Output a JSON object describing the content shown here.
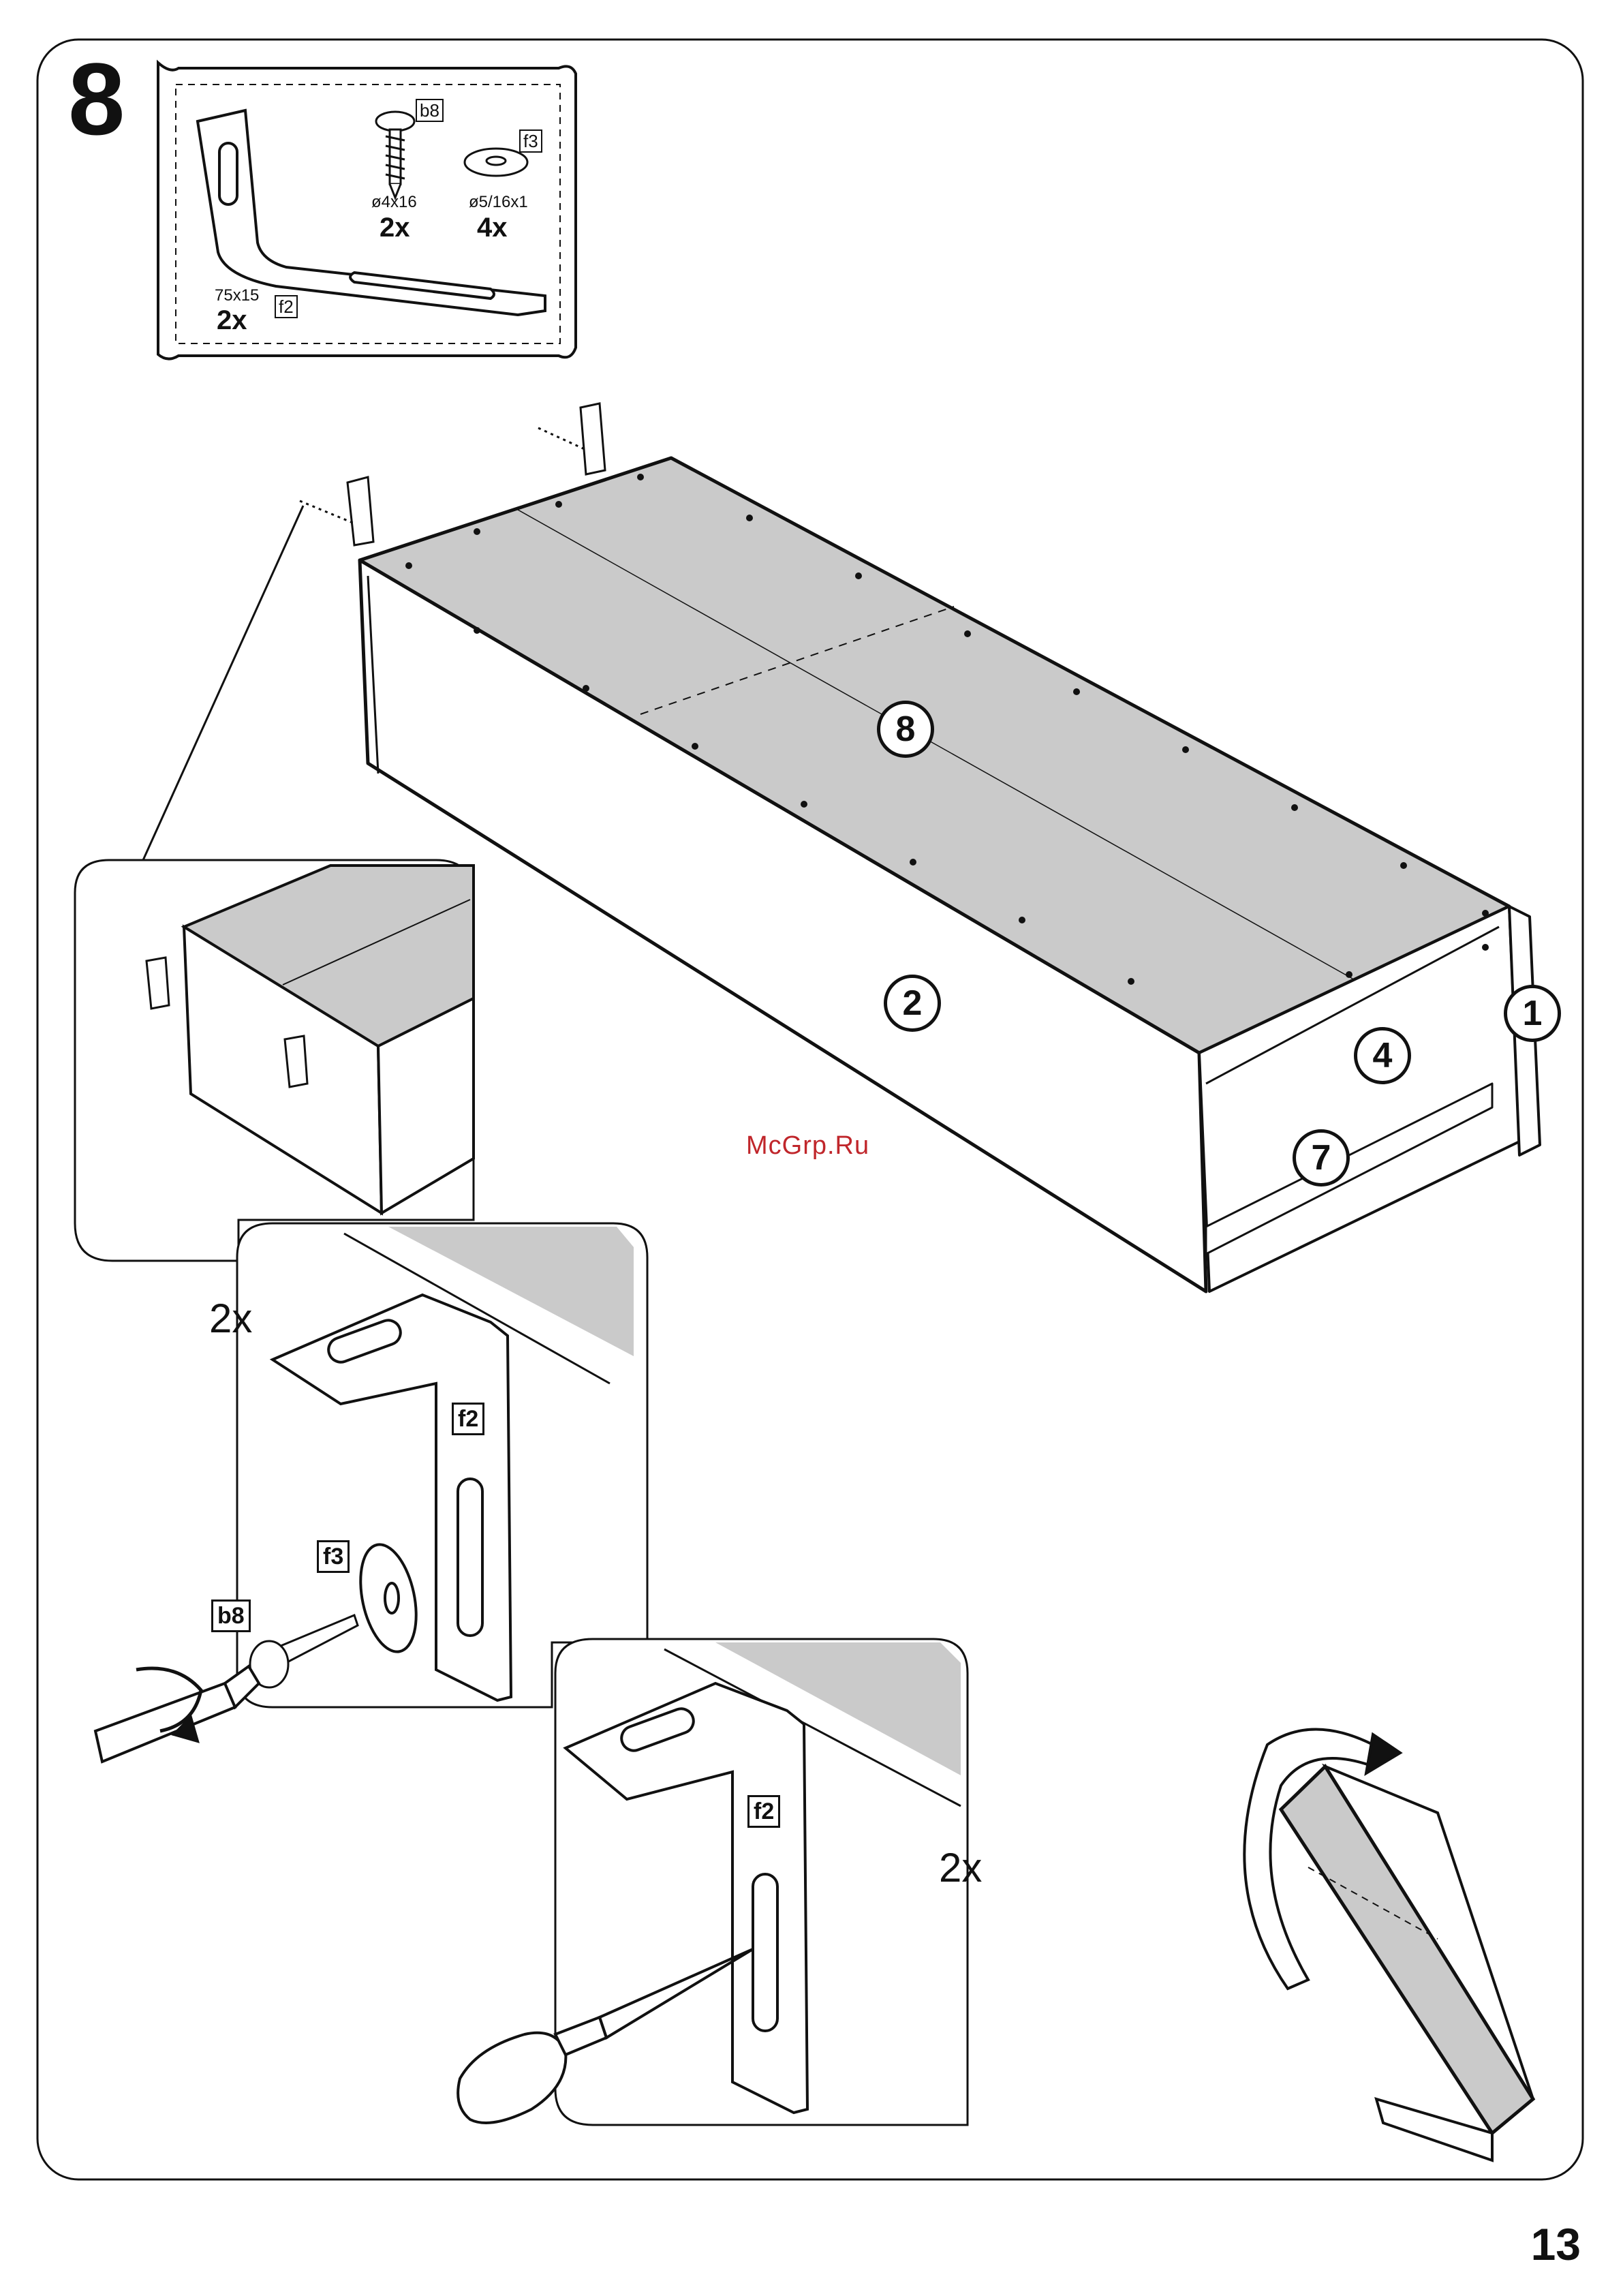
{
  "step_number": "8",
  "parts_box": {
    "bracket": {
      "size": "75x15",
      "qty": "2x",
      "code": "f2"
    },
    "screw": {
      "size": "ø4x16",
      "qty": "2x",
      "code": "b8"
    },
    "washer": {
      "size": "ø5/16x1",
      "qty": "4x",
      "code": "f3"
    }
  },
  "part_numbers": [
    "8",
    "2",
    "1",
    "4",
    "7"
  ],
  "detail_one": {
    "count": "2x",
    "bracket_code": "f2",
    "washer_code": "f3",
    "screw_code": "b8"
  },
  "detail_two": {
    "count": "2x",
    "bracket_code": "f2"
  },
  "watermark": "McGrp.Ru",
  "page_number": "13",
  "colors": {
    "line": "#111111",
    "panel_fill": "#c8c8c8",
    "watermark": "#c0262b"
  }
}
